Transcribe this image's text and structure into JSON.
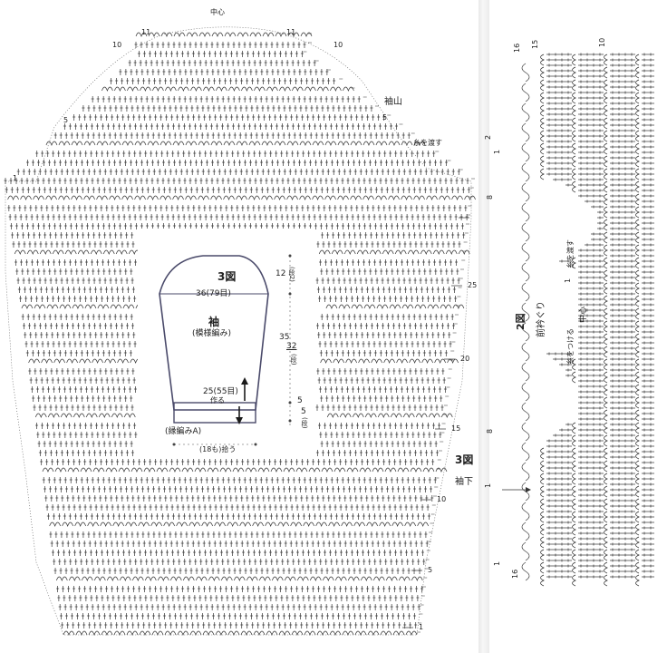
{
  "left": {
    "top_center_label": "中心",
    "top_left_row": "11",
    "top_right_row": "11",
    "top_far_right_row": "10",
    "top_far_left_row": "10",
    "cap_label": "袖山",
    "left_row_5": "5",
    "right_row_5": "5",
    "yarn_cut_label": "糸を渡す",
    "left_row_1": "1",
    "right_rows": [
      "2",
      "25",
      "20",
      "15",
      "10",
      "5",
      "1"
    ]
  },
  "schematic": {
    "figure_label": "3図",
    "top_stitches": "36(79目)",
    "sleeve_label": "袖",
    "pattern_label": "(模様編み)",
    "base_stitches": "25(55目)",
    "make_label": "作る",
    "edge_label": "(縁編みA)",
    "pickup_label": "(18も)拾う",
    "dim_12": "12",
    "dim_12_sub": "(段2)",
    "dim_35": "35",
    "dim_32": "32",
    "dim_32_sub": "(段)",
    "dim_5": "5",
    "dim_5b": "5",
    "dim_5_sub": "(段)"
  },
  "right": {
    "figure2_label": "2図",
    "neck_label": "前衿ぐり",
    "center_label": "中心",
    "attach_yarn": "糸をつける",
    "cross_yarn": "糸を渡す",
    "figure3_label": "3図",
    "underarm_label": "袖下",
    "top_rows": [
      "16",
      "15",
      "10"
    ],
    "left_rows": [
      "2",
      "1",
      "8",
      "1"
    ],
    "bottom_rows": [
      "8",
      "1",
      "1",
      "16"
    ]
  }
}
